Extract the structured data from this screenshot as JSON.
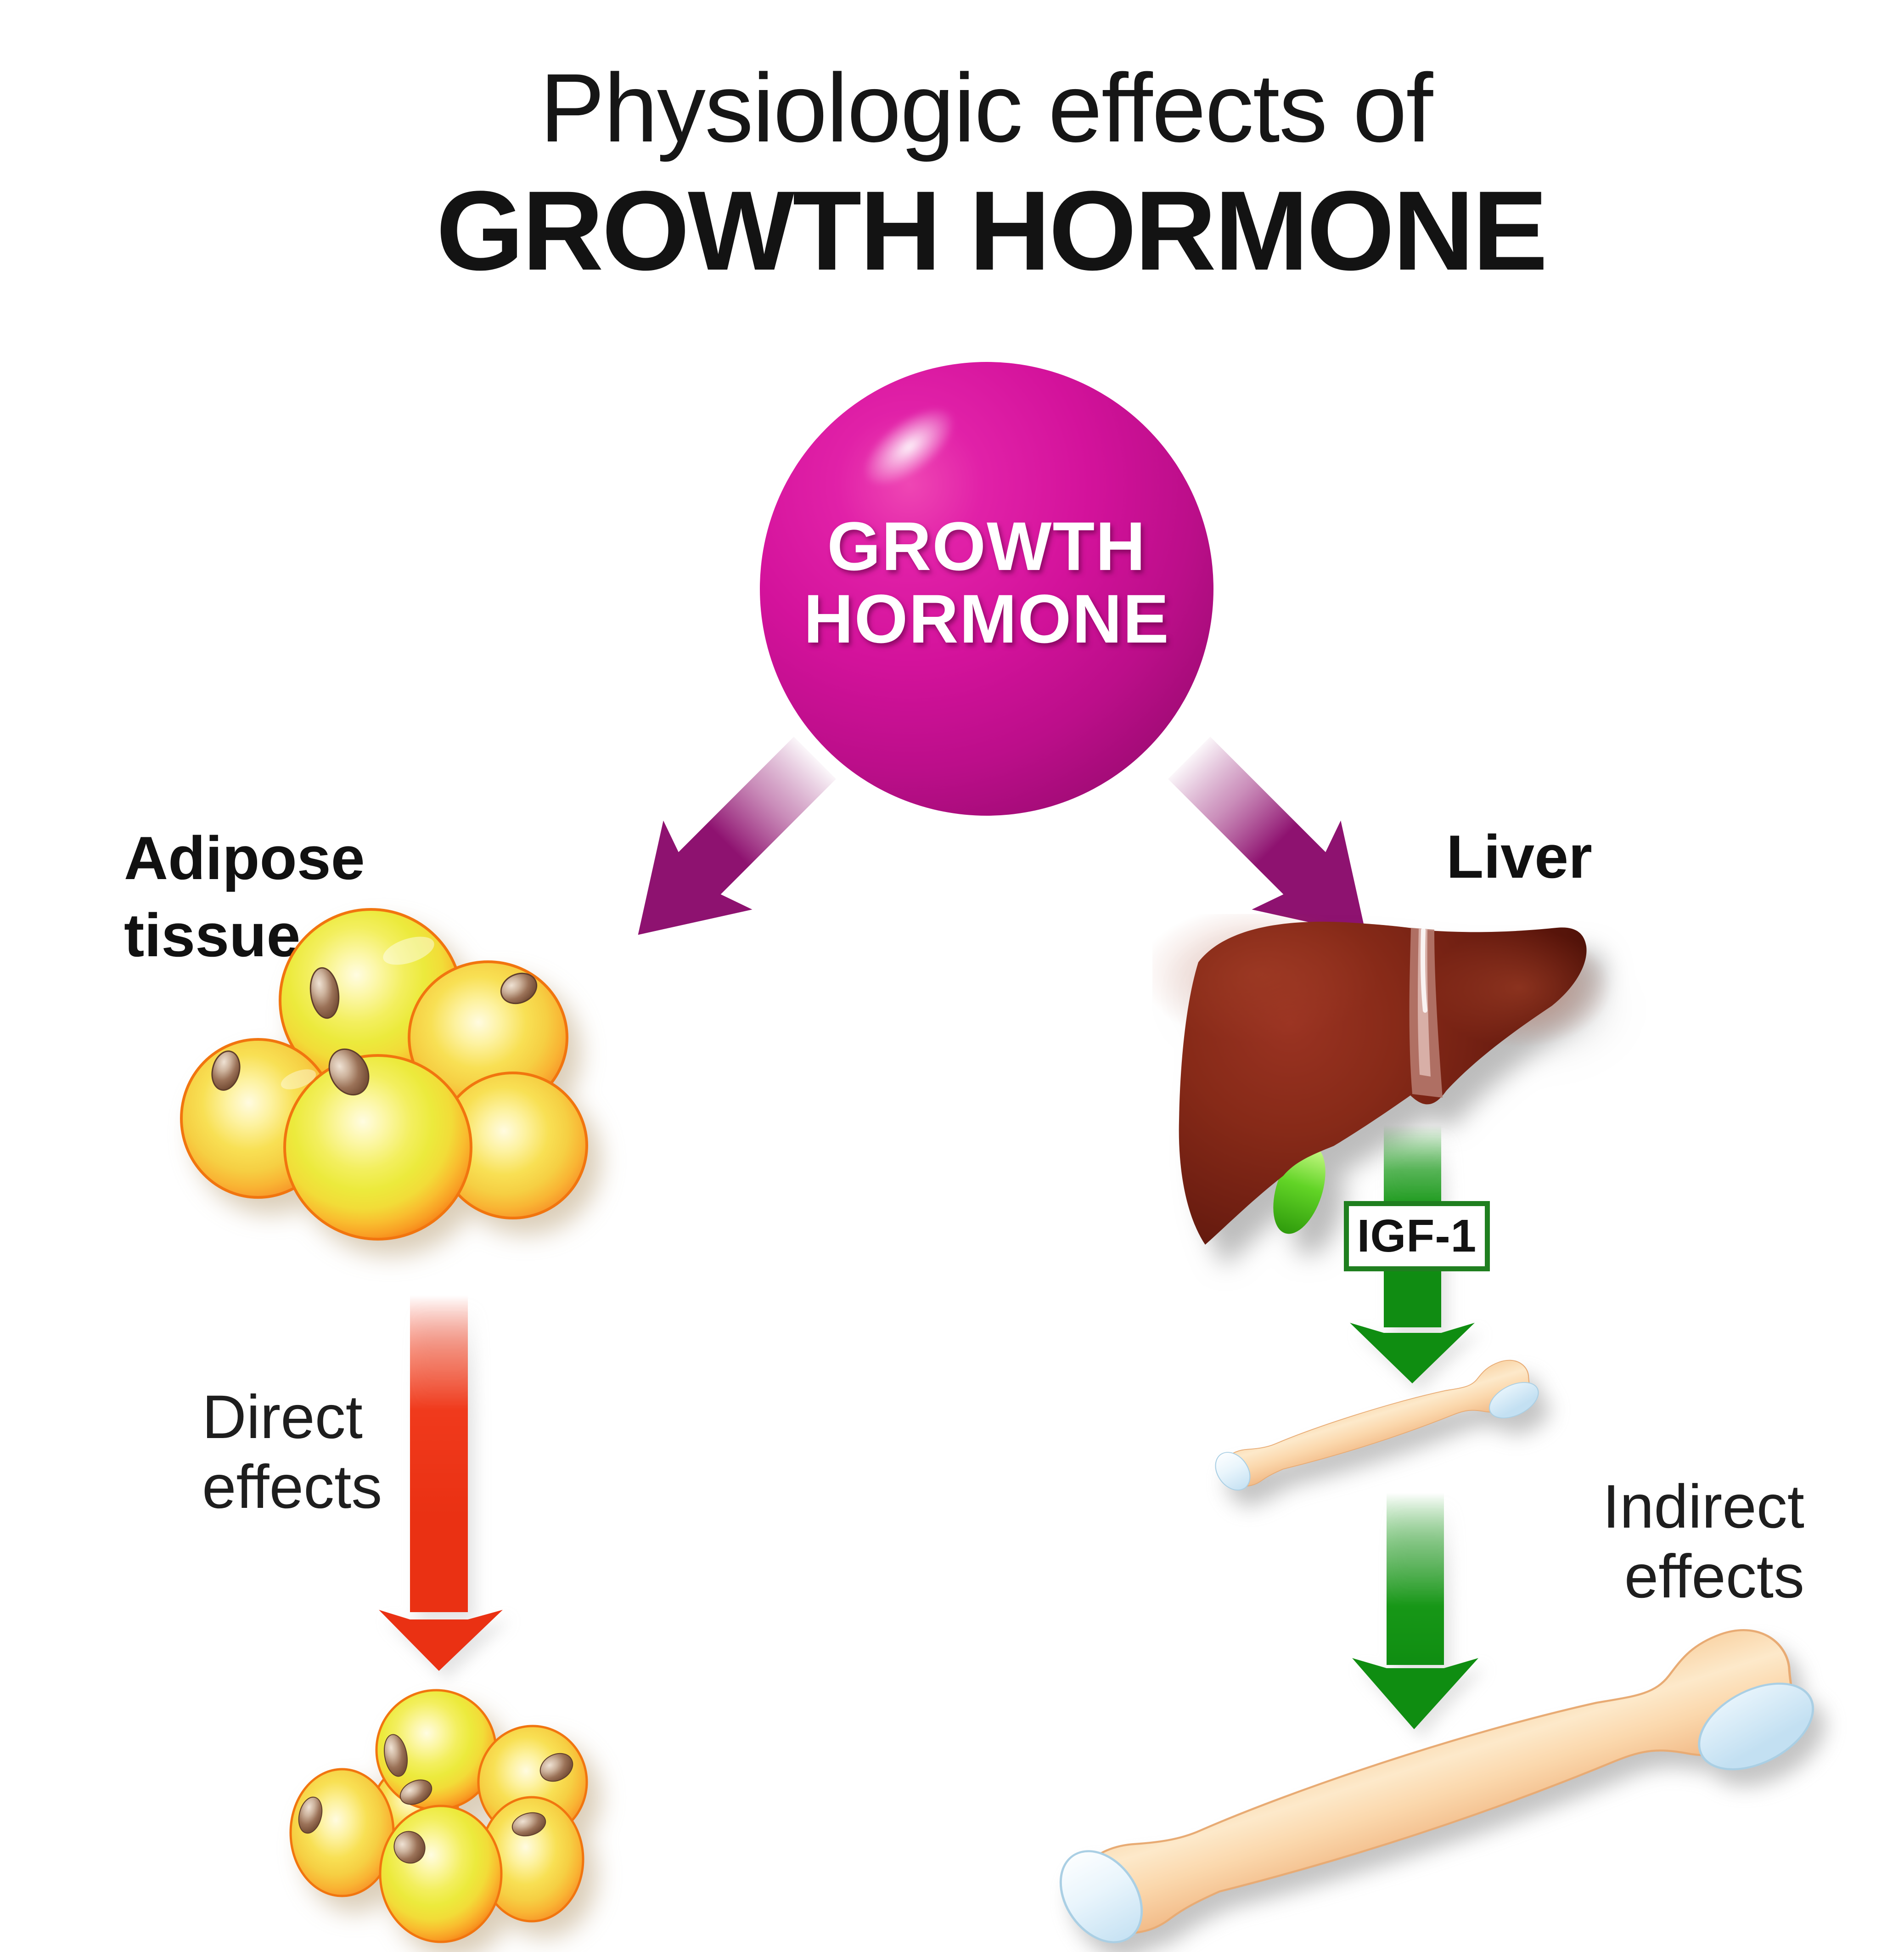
{
  "title": {
    "line1": "Physiologic effects of",
    "line2": "GROWTH HORMONE"
  },
  "hormone_sphere": {
    "label_line1": "GROWTH",
    "label_line2": "HORMONE"
  },
  "left_branch": {
    "organ_label_line1": "Adipose",
    "organ_label_line2": "tissue",
    "effect_label_line1": "Direct",
    "effect_label_line2": "effects"
  },
  "right_branch": {
    "organ_label": "Liver",
    "mediator_label": "IGF-1",
    "effect_label_line1": "Indirect",
    "effect_label_line2": "effects"
  },
  "colors": {
    "hormone_sphere_magenta": "#d3129b",
    "pathway_purple": "#8e1270",
    "direct_effect_red": "#ee3415",
    "indirect_effect_green": "#169616",
    "igf1_box_border_green": "#1f7f1f",
    "fat_cell_rim_orange": "#f1750f",
    "fat_cell_yellow": "#f2ee4a",
    "fat_nucleus_brown": "#8a6148",
    "liver_brown": "#701f12",
    "gallbladder_green": "#49c214",
    "bone_peach": "#fbd7a9",
    "cartilage_blue": "#cfe7f5",
    "text_black": "#161616"
  }
}
